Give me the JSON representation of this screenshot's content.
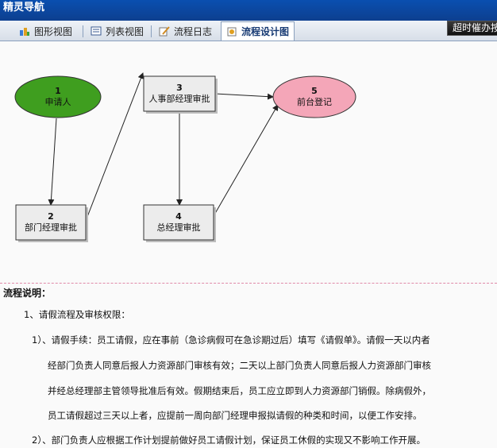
{
  "window": {
    "title": "精灵导航"
  },
  "tabs": [
    {
      "label": "图形视图",
      "icon": "graph-view-icon"
    },
    {
      "label": "列表视图",
      "icon": "list-view-icon"
    },
    {
      "label": "流程日志",
      "icon": "log-pencil-icon"
    },
    {
      "label": "流程设计图",
      "icon": "flow-design-icon",
      "active": true
    }
  ],
  "toolbar": {
    "overdue_button": "超时催办按钮"
  },
  "flow": {
    "nodes": [
      {
        "id": "1",
        "label": "申请人",
        "shape": "ellipse",
        "color": "#3f9e1f"
      },
      {
        "id": "2",
        "label": "部门经理审批",
        "shape": "rect",
        "color": "#ececec"
      },
      {
        "id": "3",
        "label": "人事部经理审批",
        "shape": "rect",
        "color": "#ececec"
      },
      {
        "id": "4",
        "label": "总经理审批",
        "shape": "rect",
        "color": "#ececec"
      },
      {
        "id": "5",
        "label": "前台登记",
        "shape": "ellipse",
        "color": "#f4a6b8"
      }
    ],
    "edges": [
      [
        "1",
        "2"
      ],
      [
        "2",
        "3"
      ],
      [
        "3",
        "4"
      ],
      [
        "3",
        "5"
      ],
      [
        "4",
        "5"
      ]
    ]
  },
  "description": {
    "title": "流程说明：",
    "lines": [
      "1、请假流程及审核权限：",
      "1）、请假手续：员工请假，应在事前（急诊病假可在急诊期过后）填写《请假单》。请假一天以内者",
      "经部门负责人同意后报人力资源部门审核有效；二天以上部门负责人同意后报人力资源部门审核",
      "并经总经理部主管领导批准后有效。假期结束后，员工应立即到人力资源部门销假。除病假外，",
      "员工请假超过三天以上者，应提前一周向部门经理申报拟请假的种类和时间，以便工作安排。",
      "2）、部门负责人应根据工作计划提前做好员工请假计划，保证员工休假的实现又不影响工作开展。"
    ]
  }
}
